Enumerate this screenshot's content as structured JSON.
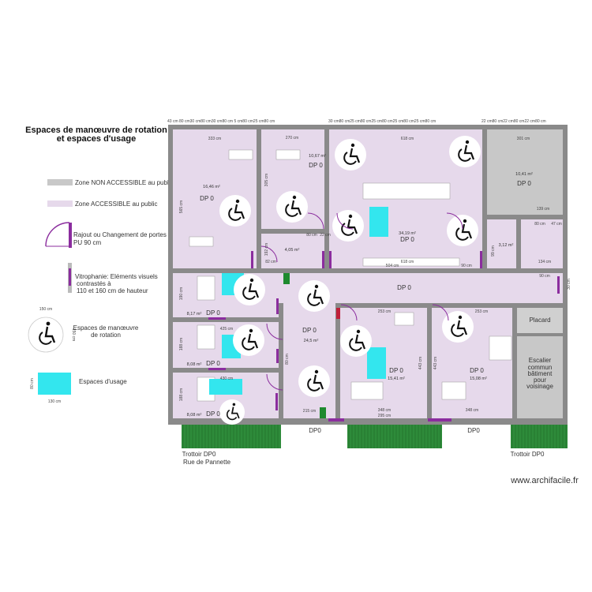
{
  "title": {
    "line1": "Espaces de manœuvre de rotation",
    "line2": "et espaces d'usage"
  },
  "legend": {
    "non_accessible": "Zone NON ACCESSIBLE au public",
    "accessible": "Zone ACCESSIBLE au public",
    "door_line1": "Rajout ou Changement de portes",
    "door_line2": "PU 90 cm",
    "vitro_line1": "Vitrophanie: Eléments visuels",
    "vitro_line2": "contrastés à",
    "vitro_line3": "110 et 160 cm de hauteur",
    "rotation_line1": "Espaces de manœuvre",
    "rotation_line2": "de rotation",
    "rotation_dim_top": "150 cm",
    "rotation_dim_side": "150 cm",
    "usage": "Espaces d'usage",
    "usage_dim_side": "80 cm",
    "usage_dim_bottom": "130 cm"
  },
  "top_dims_left": "43 cm  80 cm30 cm80 cm30 cm80 cm  5 cm80 cm25 cm80 cm",
  "top_dims_mid": "30 cm80 cm25 cm80 cm25 cm80 cm25 cm80 cm25 cm80 cm",
  "top_dims_right": "22 cm80 cm22 cm80 cm22 cm80 cm",
  "rooms": {
    "r1_dim": "333 cm",
    "r1_area": "16,46 m²",
    "r1_dp": "DP 0",
    "r1_side": "565 cm",
    "r2_dim": "270 cm",
    "r2_area": "10,67 m²",
    "r2_dp": "DP 0",
    "r2_side": "305 cm",
    "r3_dim": "80 cm",
    "r3_dim2": "22 cm",
    "r3_area": "4,05 m²",
    "r3_side1": "192 cm",
    "r3_side2": "82 cm",
    "r4_dim": "618 cm",
    "r4_area": "34,19 m²",
    "r4_dp": "DP 0",
    "r4_bottom": "504 cm",
    "r4_bottom2": "618 cm",
    "r4_door": "90 cm",
    "r5_dim": "301 cm",
    "r5_area": "10,41 m²",
    "r5_dp": "DP 0",
    "r5_dim2": "139 cm",
    "r6_area": "3,12 m²",
    "r6_dim": "80 cm",
    "r6_dim2": "47 cm",
    "r6_side": "99 cm",
    "r6_dim3": "134 cm",
    "corr_dp": "DP 0",
    "corr_dim": "90 cm",
    "corr_side": "30 cm",
    "r7_area": "8,17 m²",
    "r7_dp": "DP 0",
    "r7_side": "190 cm",
    "r8_area": "8,08 m²",
    "r8_dp": "DP 0",
    "r8_side": "188 cm",
    "r8_dim": "425 cm",
    "r9_area": "8,08 m²",
    "r9_dp": "DP 0",
    "r9_side": "188 cm",
    "r9_dim": "430 cm",
    "hall_area": "24,5 m²",
    "hall_dp": "DP 0",
    "hall_dim": "215 cm",
    "hall_side": "80 cm",
    "r10_area": "15,41 m²",
    "r10_dp": "DP 0",
    "r10_dim": "253 cm",
    "r10_bottom": "348 cm",
    "r10_bottom2": "295 cm",
    "r10_side": "443 cm",
    "r11_area": "15,08 m²",
    "r11_dp": "DP 0",
    "r11_dim": "253 cm",
    "r11_bottom": "348 cm",
    "r11_side": "443 cm",
    "placard": "Placard",
    "escalier_1": "Escalier",
    "escalier_2": "commun",
    "escalier_3": "bâtiment",
    "escalier_4": "pour",
    "escalier_5": "voisinage"
  },
  "outside": {
    "dp_left": "DP0",
    "dp_right": "DP0",
    "trottoir_left": "Trottoir DP0",
    "rue": "Rue de Pannette",
    "trottoir_right": "Trottoir DP0"
  },
  "watermark": "www.archifacile.fr",
  "colors": {
    "accessible": "#e6d9eb",
    "non_accessible": "#c8c8c8",
    "wall": "#8a8a8a",
    "door": "#8b2d9e",
    "usage": "#33e6ee",
    "grass": "#2e8b3a"
  }
}
